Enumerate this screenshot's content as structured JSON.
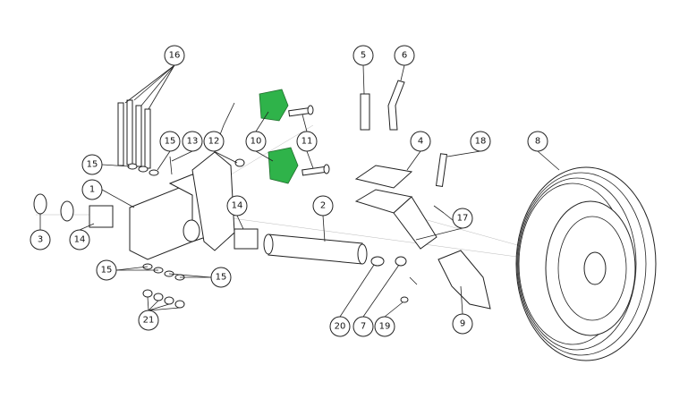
{
  "diagram": {
    "type": "exploded-parts-diagram",
    "callouts": [
      "16",
      "5",
      "6",
      "15",
      "13",
      "12",
      "10",
      "11",
      "4",
      "18",
      "8",
      "15",
      "1",
      "14",
      "2",
      "17",
      "3",
      "14",
      "15",
      "15",
      "21",
      "20",
      "7",
      "19",
      "9"
    ],
    "colors": {
      "highlight": "#2fb34a",
      "line": "#222222"
    }
  }
}
